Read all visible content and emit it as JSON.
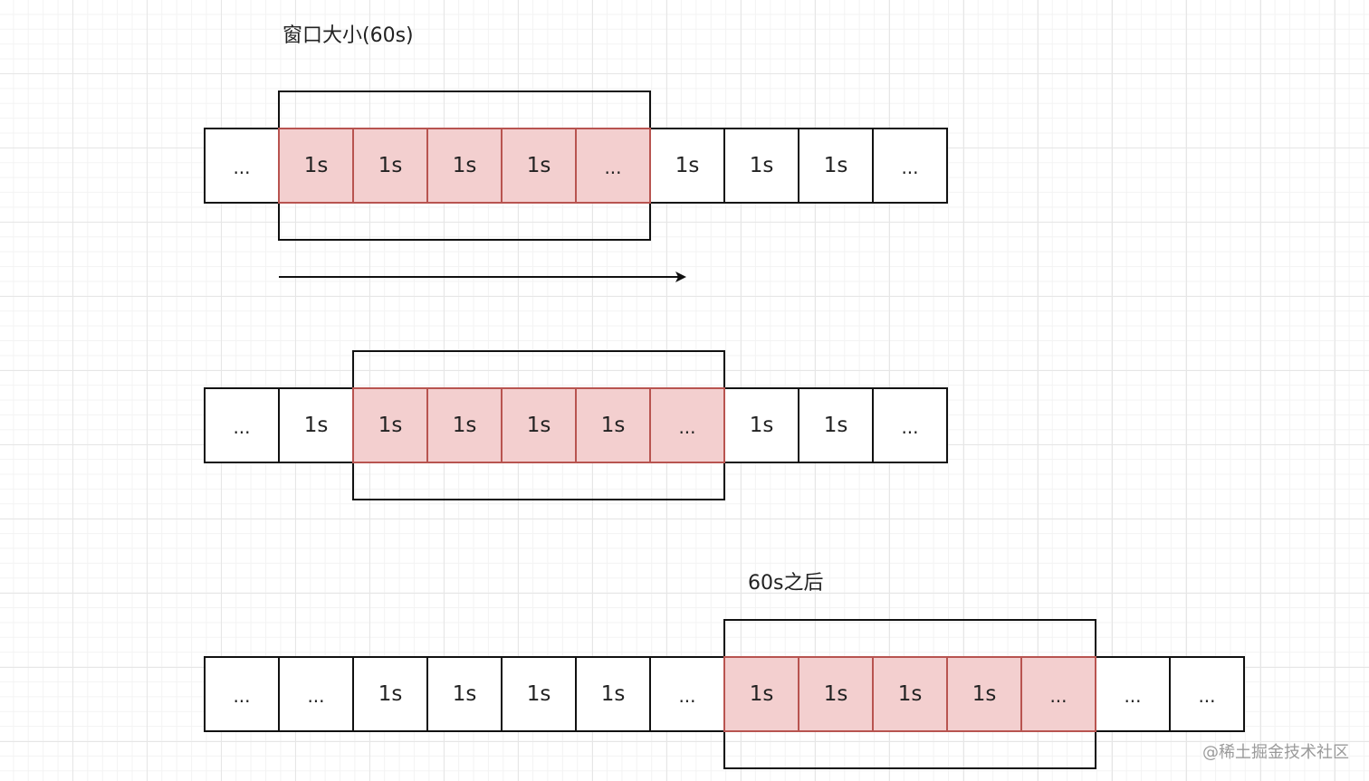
{
  "labels": {
    "window_size": "窗口大小(60s)",
    "after_60s": "60s之后"
  },
  "watermark": "@稀土掘金技术社区",
  "colors": {
    "cell_border": "#111111",
    "cell_fill": "#ffffff",
    "window_cell_fill": "#f3cfcf",
    "window_cell_border": "#b85450",
    "text": "#222222",
    "grid": "#e6e6e6"
  },
  "rows": [
    {
      "id": "row-1",
      "cells": [
        "...",
        "1s",
        "1s",
        "1s",
        "1s",
        "...",
        "1s",
        "1s",
        "1s",
        "..."
      ],
      "window": {
        "start": 1,
        "count": 5
      }
    },
    {
      "id": "row-2",
      "cells": [
        "...",
        "1s",
        "1s",
        "1s",
        "1s",
        "1s",
        "...",
        "1s",
        "1s",
        "..."
      ],
      "window": {
        "start": 2,
        "count": 5
      }
    },
    {
      "id": "row-3",
      "cells": [
        "...",
        "...",
        "1s",
        "1s",
        "1s",
        "1s",
        "...",
        "1s",
        "1s",
        "1s",
        "1s",
        "...",
        "...",
        "..."
      ],
      "window": {
        "start": 7,
        "count": 5
      }
    }
  ]
}
